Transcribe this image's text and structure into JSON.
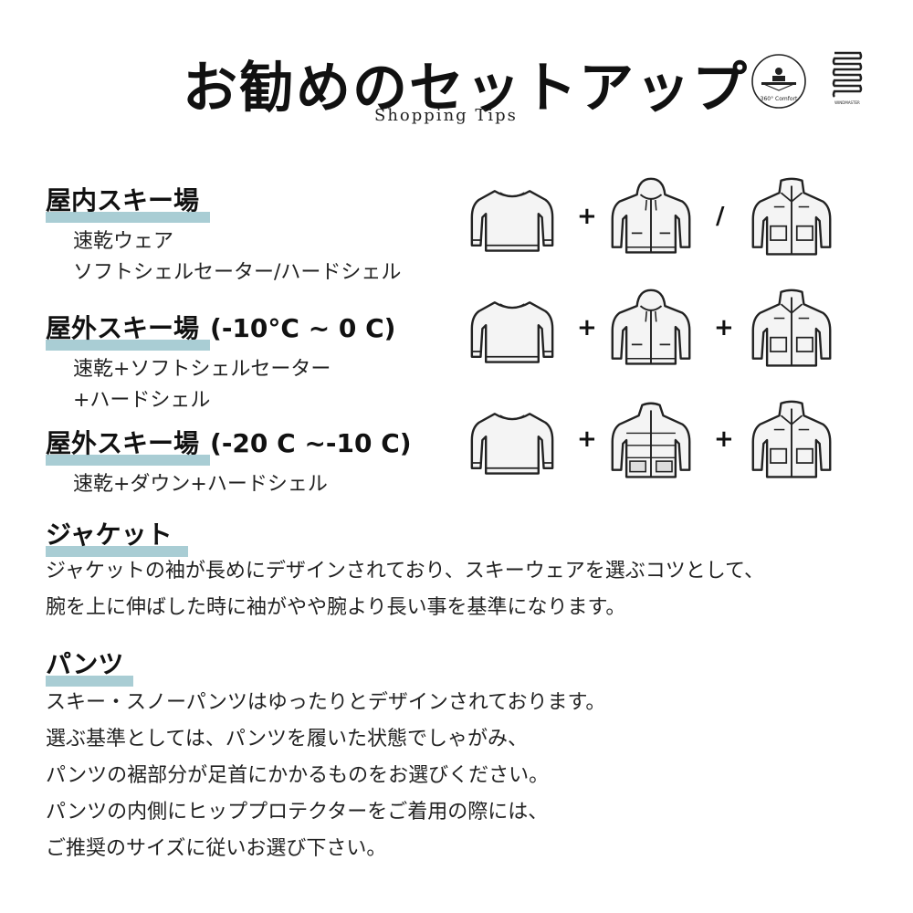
{
  "header": {
    "title": "お勧めのセットアップ",
    "subtitle": "Shopping Tips",
    "logo_round_text": "360° Comfort",
    "logo_coil_text": "WINDMASTER"
  },
  "setups": [
    {
      "heading": "屋内スキー場",
      "temp": "",
      "lines": [
        "速乾ウェア",
        "ソフトシェルセーター/ハードシェル"
      ],
      "garments": [
        "sweater-icon",
        "hoodie-jacket-icon",
        "hardshell-jacket-icon"
      ],
      "operators": [
        "+",
        "/"
      ]
    },
    {
      "heading": "屋外スキー場",
      "temp": "(-10°C ~ 0 C)",
      "lines": [
        "速乾+ソフトシェルセーター",
        "+ハードシェル"
      ],
      "garments": [
        "sweater-icon",
        "hoodie-jacket-icon",
        "hardshell-jacket-icon"
      ],
      "operators": [
        "+",
        "+"
      ]
    },
    {
      "heading": "屋外スキー場",
      "temp": "(-20 C ~-10 C)",
      "lines": [
        "速乾+ダウン+ハードシェル"
      ],
      "garments": [
        "sweater-icon",
        "down-jacket-icon",
        "hardshell-jacket-icon"
      ],
      "operators": [
        "+",
        "+"
      ]
    }
  ],
  "jacket": {
    "heading": "ジャケット",
    "lines": [
      "ジャケットの袖が長めにデザインされており、スキーウェアを選ぶコツとして、",
      "腕を上に伸ばした時に袖がやや腕より長い事を基準になります。"
    ]
  },
  "pants": {
    "heading": "パンツ",
    "lines": [
      "スキー・スノーパンツはゆったりとデザインされております。",
      "選ぶ基準としては、パンツを履いた状態でしゃがみ、",
      "パンツの裾部分が足首にかかるものをお選びください。",
      "パンツの内側にヒッププロテクターをご着用の際には、",
      "ご推奨のサイズに従いお選び下さい。"
    ]
  },
  "colors": {
    "highlight": "#a9cdd4",
    "text": "#1a1a1a"
  }
}
